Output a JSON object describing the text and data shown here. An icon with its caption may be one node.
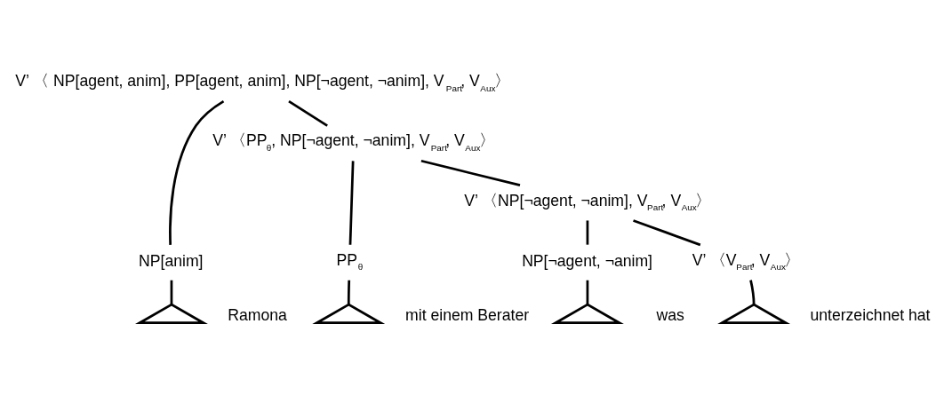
{
  "diagram": {
    "nodes": [
      {
        "text": [
          "V’ 〈 NP[agent, anim], PP[agent, anim], NP[¬agent, ¬anim], V$_{Part}$, V$_{Aux}$〉"
        ]
      },
      {
        "text": [
          "NP[anim]"
        ]
      },
      {
        "text": [
          "V’ 〈PP$_{θ}$, NP[¬agent, ¬anim], V$_{Part}$, V$_{Aux}$〉"
        ]
      },
      {
        "text": [
          "PP$_{θ}$"
        ]
      },
      {
        "text": [
          "V’ 〈NP[¬agent, ¬anim], V$_{Part}$, V$_{Aux}$〉"
        ]
      },
      {
        "text": [
          "NP[¬agent, ¬anim]"
        ]
      },
      {
        "text": [
          "V’ 〈V$_{Part}$, V$_{Aux}$〉"
        ]
      },
      {
        "text": [],
        "shape": "triangle",
        "beside": [
          "Ramona"
        ]
      },
      {
        "text": [],
        "shape": "triangle",
        "beside": [
          "mit einem Berater"
        ]
      },
      {
        "text": [],
        "shape": "triangle",
        "beside": [
          "was"
        ]
      },
      {
        "text": [],
        "shape": "triangle",
        "beside": [
          "unterzeichnet hat"
        ]
      }
    ],
    "edges": [
      {
        "from": 0,
        "to": 1,
        "arrow": "none"
      },
      {
        "from": 0,
        "to": 2,
        "arrow": "none"
      },
      {
        "from": 2,
        "to": 3,
        "arrow": "none"
      },
      {
        "from": 2,
        "to": 4,
        "arrow": "none"
      },
      {
        "from": 4,
        "to": 5,
        "arrow": "none"
      },
      {
        "from": 4,
        "to": 6,
        "arrow": "none"
      },
      {
        "from": 1,
        "to": 7,
        "arrow": "none"
      },
      {
        "from": 3,
        "to": 8,
        "arrow": "none"
      },
      {
        "from": 5,
        "to": 9,
        "arrow": "none"
      },
      {
        "from": 6,
        "to": 10,
        "arrow": "none"
      }
    ]
  }
}
